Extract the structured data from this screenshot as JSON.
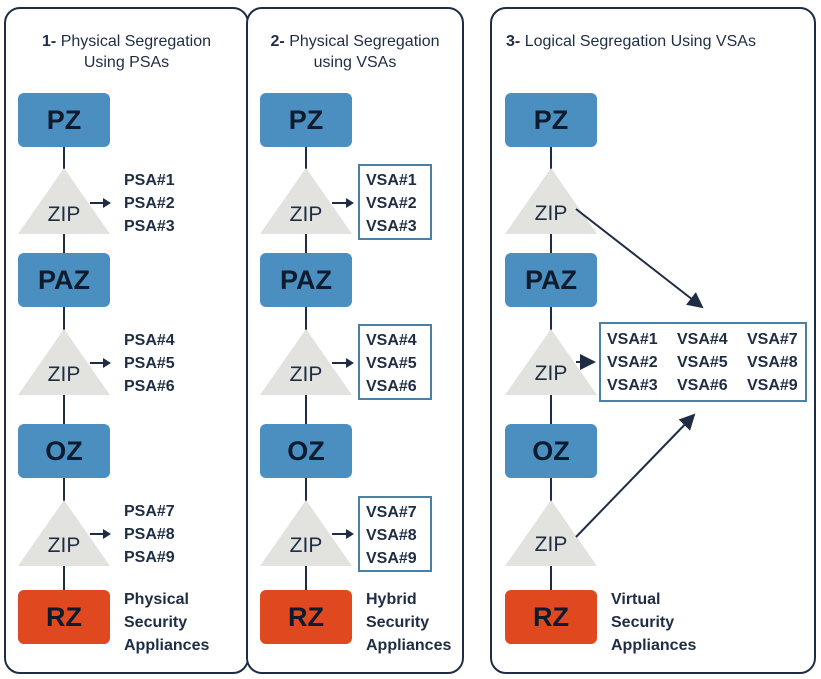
{
  "panels": [
    {
      "num": "1-",
      "title_line1": "Physical Segregation",
      "title_line2": "Using PSAs",
      "zones": [
        "PZ",
        "PAZ",
        "OZ",
        "RZ"
      ],
      "zip_label": "ZIP",
      "appliances": [
        [
          "PSA#1",
          "PSA#2",
          "PSA#3"
        ],
        [
          "PSA#4",
          "PSA#5",
          "PSA#6"
        ],
        [
          "PSA#7",
          "PSA#8",
          "PSA#9"
        ]
      ],
      "note": [
        "Physical",
        "Security",
        "Appliances"
      ]
    },
    {
      "num": "2-",
      "title_line1": "Physical Segregation",
      "title_line2": "using VSAs",
      "zones": [
        "PZ",
        "PAZ",
        "OZ",
        "RZ"
      ],
      "zip_label": "ZIP",
      "appliances": [
        [
          "VSA#1",
          "VSA#2",
          "VSA#3"
        ],
        [
          "VSA#4",
          "VSA#5",
          "VSA#6"
        ],
        [
          "VSA#7",
          "VSA#8",
          "VSA#9"
        ]
      ],
      "note": [
        "Hybrid",
        "Security",
        "Appliances"
      ]
    },
    {
      "num": "3-",
      "title_line1": "Logical Segregation Using VSAs",
      "zones": [
        "PZ",
        "PAZ",
        "OZ",
        "RZ"
      ],
      "zip_label": "ZIP",
      "appliances_grid": [
        "VSA#1",
        "VSA#4",
        "VSA#7",
        "VSA#2",
        "VSA#5",
        "VSA#8",
        "VSA#3",
        "VSA#6",
        "VSA#9"
      ],
      "note": [
        "Virtual",
        "Security",
        "Appliances"
      ]
    }
  ],
  "colors": {
    "zone_blue": "#4a8fc0",
    "zone_red": "#e0481f",
    "zip_gray": "#e2e3df",
    "outline": "#1f2d44",
    "box_border": "#4a7fa6"
  }
}
